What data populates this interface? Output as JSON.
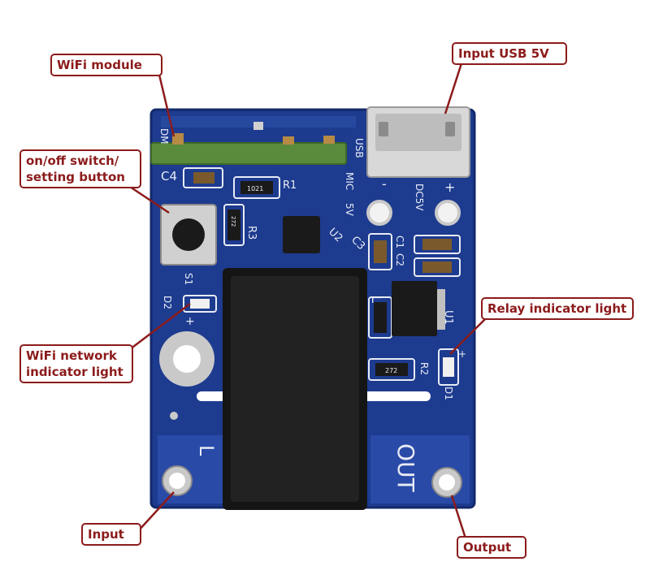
{
  "callouts": {
    "wifi_module": "WiFi module",
    "input_usb": "Input USB 5V",
    "switch_button": "on/off switch/\nsetting button",
    "relay_light": "Relay indicator light",
    "wifi_light": "WiFi network\nindicator light",
    "input": "Input",
    "output": "Output"
  },
  "silkscreen": {
    "antenna": "DM",
    "usb": "USB",
    "mic": "MIC",
    "v5": "5V",
    "dc5v": "DC5V",
    "minus": "-",
    "plus": "+",
    "c4": "C4",
    "r1": "R1",
    "r3": "R3",
    "u2": "U2",
    "c3": "C3",
    "c1": "C1",
    "c2": "C2",
    "l": "L",
    "u1": "U1",
    "s1": "S1",
    "d2": "D2",
    "d2_plus": "+",
    "r2": "R2",
    "d1": "D1",
    "d1_plus": "+",
    "r1_code": "1021",
    "r3_code": "272",
    "r2_code": "272",
    "terminal_l": "L",
    "terminal_out": "OUT"
  },
  "colors": {
    "board": "#1d3b8f",
    "callout_border": "#8c1b1b",
    "relay": "#151515",
    "pad": "#c9c9c9"
  }
}
